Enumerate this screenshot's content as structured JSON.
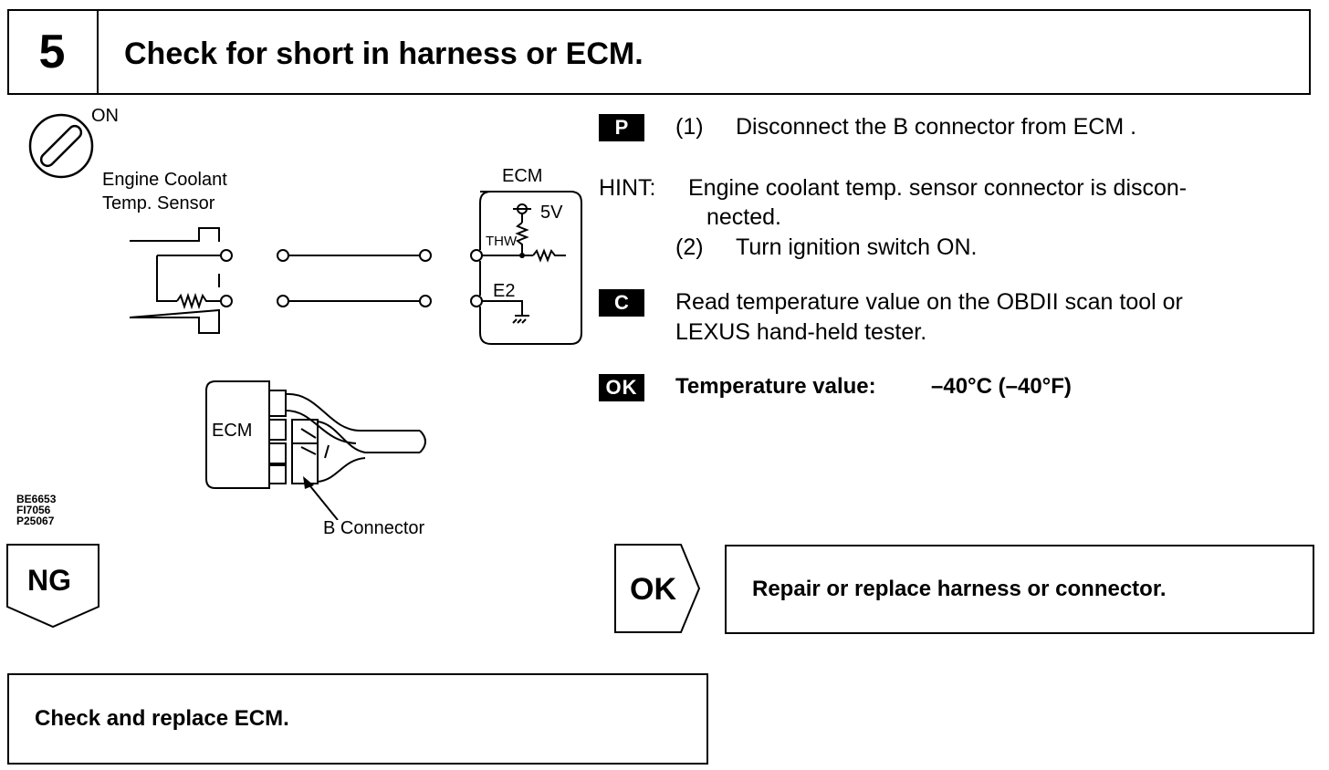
{
  "header": {
    "step_number": "5",
    "title": "Check for short in harness or ECM."
  },
  "diagram": {
    "ignition_label": "ON",
    "sensor_label_line1": "Engine Coolant",
    "sensor_label_line2": "Temp. Sensor",
    "ecm_title": "ECM",
    "voltage_label": "5V",
    "thw_label": "THW",
    "e2_label": "E2",
    "ecm_unit_label": "ECM",
    "connector_label": "B Connector",
    "figure_codes": [
      "BE6653",
      "FI7056",
      "P25067"
    ]
  },
  "instructions": {
    "p_tag": "P",
    "step1_num": "(1)",
    "step1_text": "Disconnect the B connector from ECM .",
    "hint_label": "HINT:",
    "hint_line1": "Engine coolant temp. sensor connector is discon-",
    "hint_line2": "nected.",
    "step2_num": "(2)",
    "step2_text": "Turn ignition switch ON.",
    "c_tag": "C",
    "c_line1": "Read temperature value on the OBDII scan tool or",
    "c_line2": "LEXUS hand-held tester.",
    "ok_tag": "OK",
    "ok_label": "Temperature value:",
    "ok_value": "–40°C (–40°F)"
  },
  "results": {
    "ng_label": "NG",
    "ok_label": "OK",
    "ok_action": "Repair or replace harness or connector.",
    "ng_action": "Check and replace ECM."
  }
}
